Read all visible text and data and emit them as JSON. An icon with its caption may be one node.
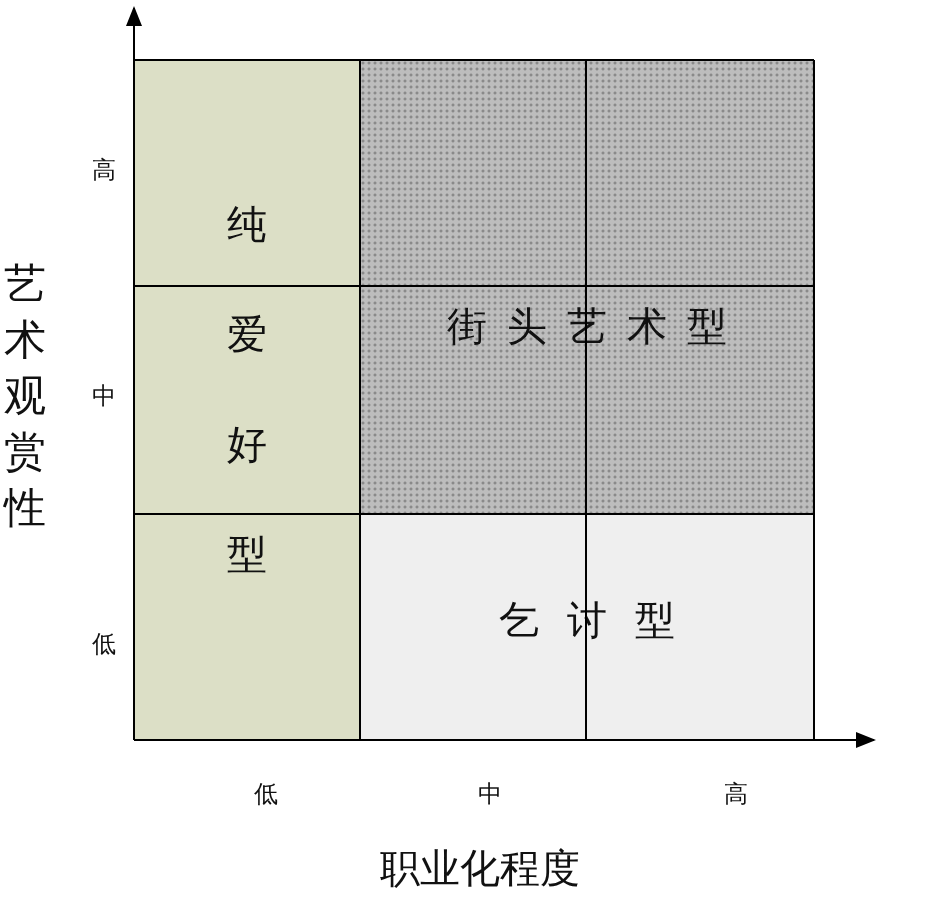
{
  "diagram": {
    "nodes": [
      {
        "text": [
          "纯爱好型"
        ]
      },
      {
        "text": [
          "街头艺术型"
        ]
      },
      {
        "text": [
          "乞讨型"
        ]
      }
    ],
    "labels": [
      "艺术观赏性",
      "高",
      "中",
      "低",
      "低",
      "中",
      "高",
      "职业化程度"
    ]
  }
}
